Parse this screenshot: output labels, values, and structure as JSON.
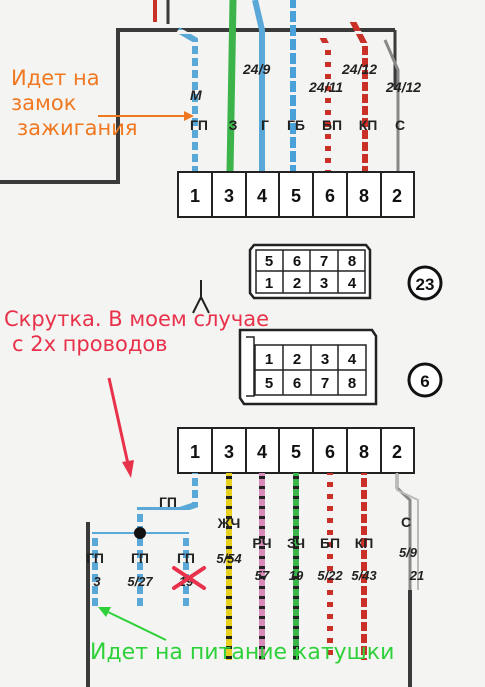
{
  "annotations": {
    "ignition_line1": "Идет на",
    "ignition_line2": "замок",
    "ignition_line3": "зажигания",
    "twist_line1": "Скрутка.  В моем случае",
    "twist_line2": "с 2х проводов",
    "coil": "Идет на питание катушки"
  },
  "top_block": {
    "pins": [
      "1",
      "3",
      "4",
      "5",
      "6",
      "8",
      "2"
    ],
    "wire_names": [
      "ГП",
      "З",
      "Г",
      "ГБ",
      "БП",
      "КП",
      "С"
    ],
    "circuit_refs": [
      "М",
      "24/9",
      "24/11",
      "24/12",
      "24/12"
    ]
  },
  "connector_23": {
    "top_row": [
      "5",
      "6",
      "7",
      "8"
    ],
    "bottom_row": [
      "1",
      "2",
      "3",
      "4"
    ],
    "badge": "23"
  },
  "connector_6": {
    "top_row": [
      "1",
      "2",
      "3",
      "4"
    ],
    "bottom_row": [
      "5",
      "6",
      "7",
      "8"
    ],
    "badge": "6"
  },
  "bottom_block": {
    "pins": [
      "1",
      "3",
      "4",
      "5",
      "6",
      "8",
      "2"
    ],
    "wire_names": [
      "ЖЧ",
      "РЧ",
      "ЗЧ",
      "БП",
      "КП",
      "С"
    ],
    "circuit_refs": [
      "5/54",
      "57",
      "19",
      "5/22",
      "5/43",
      "5/9",
      "21"
    ],
    "branch_name": "ГП",
    "branch_labels": [
      "ГП",
      "ГП",
      "ГП"
    ],
    "branch_refs": [
      "3",
      "5/27",
      "19"
    ]
  },
  "colors": {
    "ignition_annotation": "#f07820",
    "twist_annotation": "#e8314a",
    "coil_annotation": "#2fd13a",
    "wire_blue": "#5aa8d8",
    "wire_green": "#3cb44a",
    "wire_red": "#c83028",
    "wire_pink": "#d88ab8",
    "wire_yellow": "#e8d020",
    "frame": "#3a3a3a"
  }
}
